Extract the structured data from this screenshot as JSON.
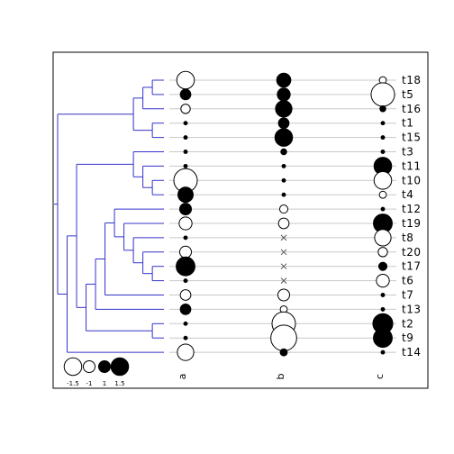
{
  "chart_data": {
    "type": "phylogenetic-dotplot",
    "tips": [
      "t18",
      "t5",
      "t16",
      "t1",
      "t15",
      "t3",
      "t11",
      "t10",
      "t4",
      "t12",
      "t19",
      "t8",
      "t20",
      "t17",
      "t6",
      "t7",
      "t13",
      "t2",
      "t9",
      "t14"
    ],
    "traits": [
      "a",
      "b",
      "c"
    ],
    "values": {
      "a": [
        -1.5,
        0.9,
        -0.8,
        0.3,
        0.3,
        0.3,
        0.3,
        -2.0,
        1.3,
        1.0,
        -1.1,
        0.3,
        -1.0,
        1.6,
        0.3,
        -0.9,
        0.9,
        0.3,
        0.3,
        -1.4
      ],
      "b": [
        1.2,
        1.1,
        1.4,
        0.9,
        1.5,
        0.5,
        0.3,
        0.3,
        0.3,
        -0.7,
        -0.9,
        null,
        null,
        null,
        null,
        -1.0,
        -0.6,
        -2.0,
        -2.2,
        0.6
      ],
      "c": [
        -0.6,
        -2.0,
        0.5,
        0.3,
        0.3,
        0.3,
        1.5,
        -1.5,
        -0.6,
        0.3,
        1.6,
        -1.4,
        -0.8,
        0.7,
        -1.1,
        0.3,
        0.3,
        1.7,
        1.6,
        0.3
      ]
    },
    "missing_marker": "×",
    "legend": [
      {
        "label": "-1.5",
        "value": -1.5
      },
      {
        "label": "-1",
        "value": -1
      },
      {
        "label": "1",
        "value": 1
      },
      {
        "label": "1.5",
        "value": 1.5
      }
    ],
    "colors": {
      "tree": "#3333cc",
      "guide": "#c8c8c8",
      "positive": "#000000",
      "negative": "#ffffff",
      "outline": "#000000"
    }
  }
}
